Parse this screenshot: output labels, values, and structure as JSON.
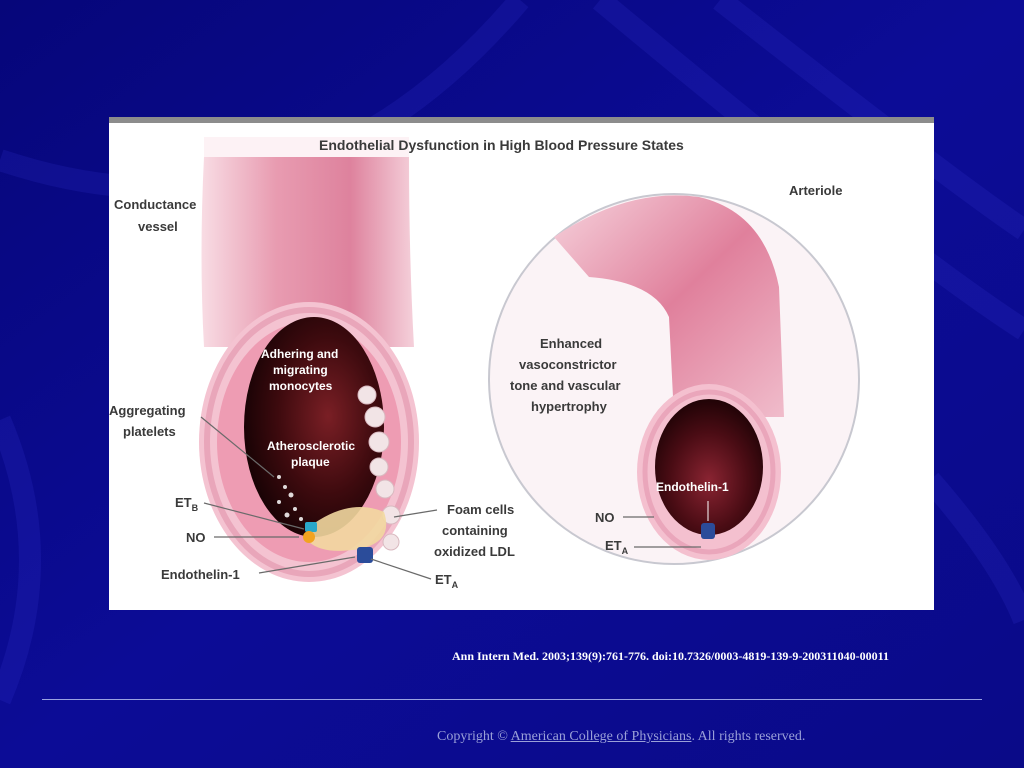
{
  "colors": {
    "slide_background": "#0a0a8c",
    "vessel_pink": "#e58aa5",
    "lumen_dark": "#2a0608",
    "text_gray": "#3a3a3a"
  },
  "figure": {
    "title": "Endothelial Dysfunction in High Blood Pressure States",
    "conductance": {
      "heading_line1": "Conductance",
      "heading_line2": "vessel",
      "adhering_line1": "Adhering and",
      "adhering_line2": "migrating",
      "adhering_line3": "monocytes",
      "aggregating_line1": "Aggregating",
      "aggregating_line2": "platelets",
      "plaque_line1": "Atherosclerotic",
      "plaque_line2": "plaque",
      "etb_base": "ET",
      "etb_sub": "B",
      "no": "NO",
      "endothelin": "Endothelin-1",
      "foam_line1": "Foam cells",
      "foam_line2": "containing",
      "foam_line3": "oxidized LDL",
      "eta_base": "ET",
      "eta_sub": "A"
    },
    "arteriole": {
      "heading": "Arteriole",
      "enhanced_line1": "Enhanced",
      "enhanced_line2": "vasoconstrictor",
      "enhanced_line3": "tone and vascular",
      "enhanced_line4": "hypertrophy",
      "endothelin": "Endothelin-1",
      "no": "NO",
      "eta_base": "ET",
      "eta_sub": "A"
    }
  },
  "citation": "Ann Intern Med. 2003;139(9):761-776. doi:10.7326/0003-4819-139-9-200311040-00011",
  "copyright": {
    "prefix": "Copyright © ",
    "link": "American College of Physicians",
    "suffix": ".  All rights reserved."
  }
}
